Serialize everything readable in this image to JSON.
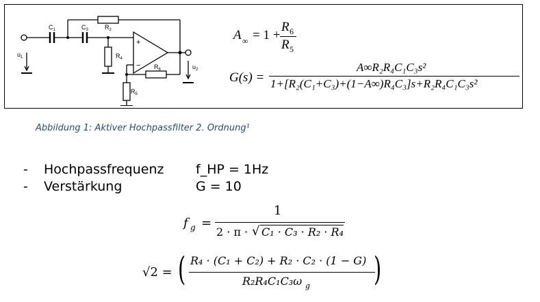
{
  "figure": {
    "labels": {
      "c1": "C",
      "c1_sub": "1",
      "c3": "C",
      "c3_sub": "3",
      "r2": "R",
      "r2_sub": "2",
      "r4": "R",
      "r4_sub": "4",
      "r5": "R",
      "r5_sub": "5",
      "r6": "R",
      "r6_sub": "6",
      "u1": "u",
      "u1_sub": "1",
      "u2": "u",
      "u2_sub": "2",
      "plus": "+",
      "minus": "−"
    }
  },
  "formula_ainf": {
    "lhs": "A",
    "lhs_sub": "∞",
    "eq": "= 1 +",
    "num": "R",
    "num_sub": "6",
    "den": "R",
    "den_sub": "5"
  },
  "formula_gs": {
    "lhs": "G(s) =",
    "num": "A∞R₂R₄C₁C₃s²",
    "den": "1+[R₂(C₁+C₃)+(1−A∞)R₄C₃]s+R₂R₄C₁C₃s²"
  },
  "caption": "Abbildung 1: Aktiver Hochpassfilter 2. Ordnung¹",
  "bullets": [
    {
      "dash": "-",
      "label": "Hochpassfrequenz",
      "value": "f_HP = 1Hz"
    },
    {
      "dash": "-",
      "label": "Verstärkung",
      "value": "G = 10"
    }
  ],
  "equation_fg": {
    "lhs": "f",
    "lhs_sub": "g",
    "eq": "=",
    "num": "1",
    "den_prefix": "2 · π ·",
    "den_root": "C₁ · C₃ · R₂ · R₄"
  },
  "equation_sqrt2": {
    "lhs": "√2 =",
    "num": "R₄ · (C₁ + C₂) + R₂ · C₂ · (1 − G)",
    "den": "R₂R₄C₁C₃ω",
    "den_sub": "g"
  }
}
